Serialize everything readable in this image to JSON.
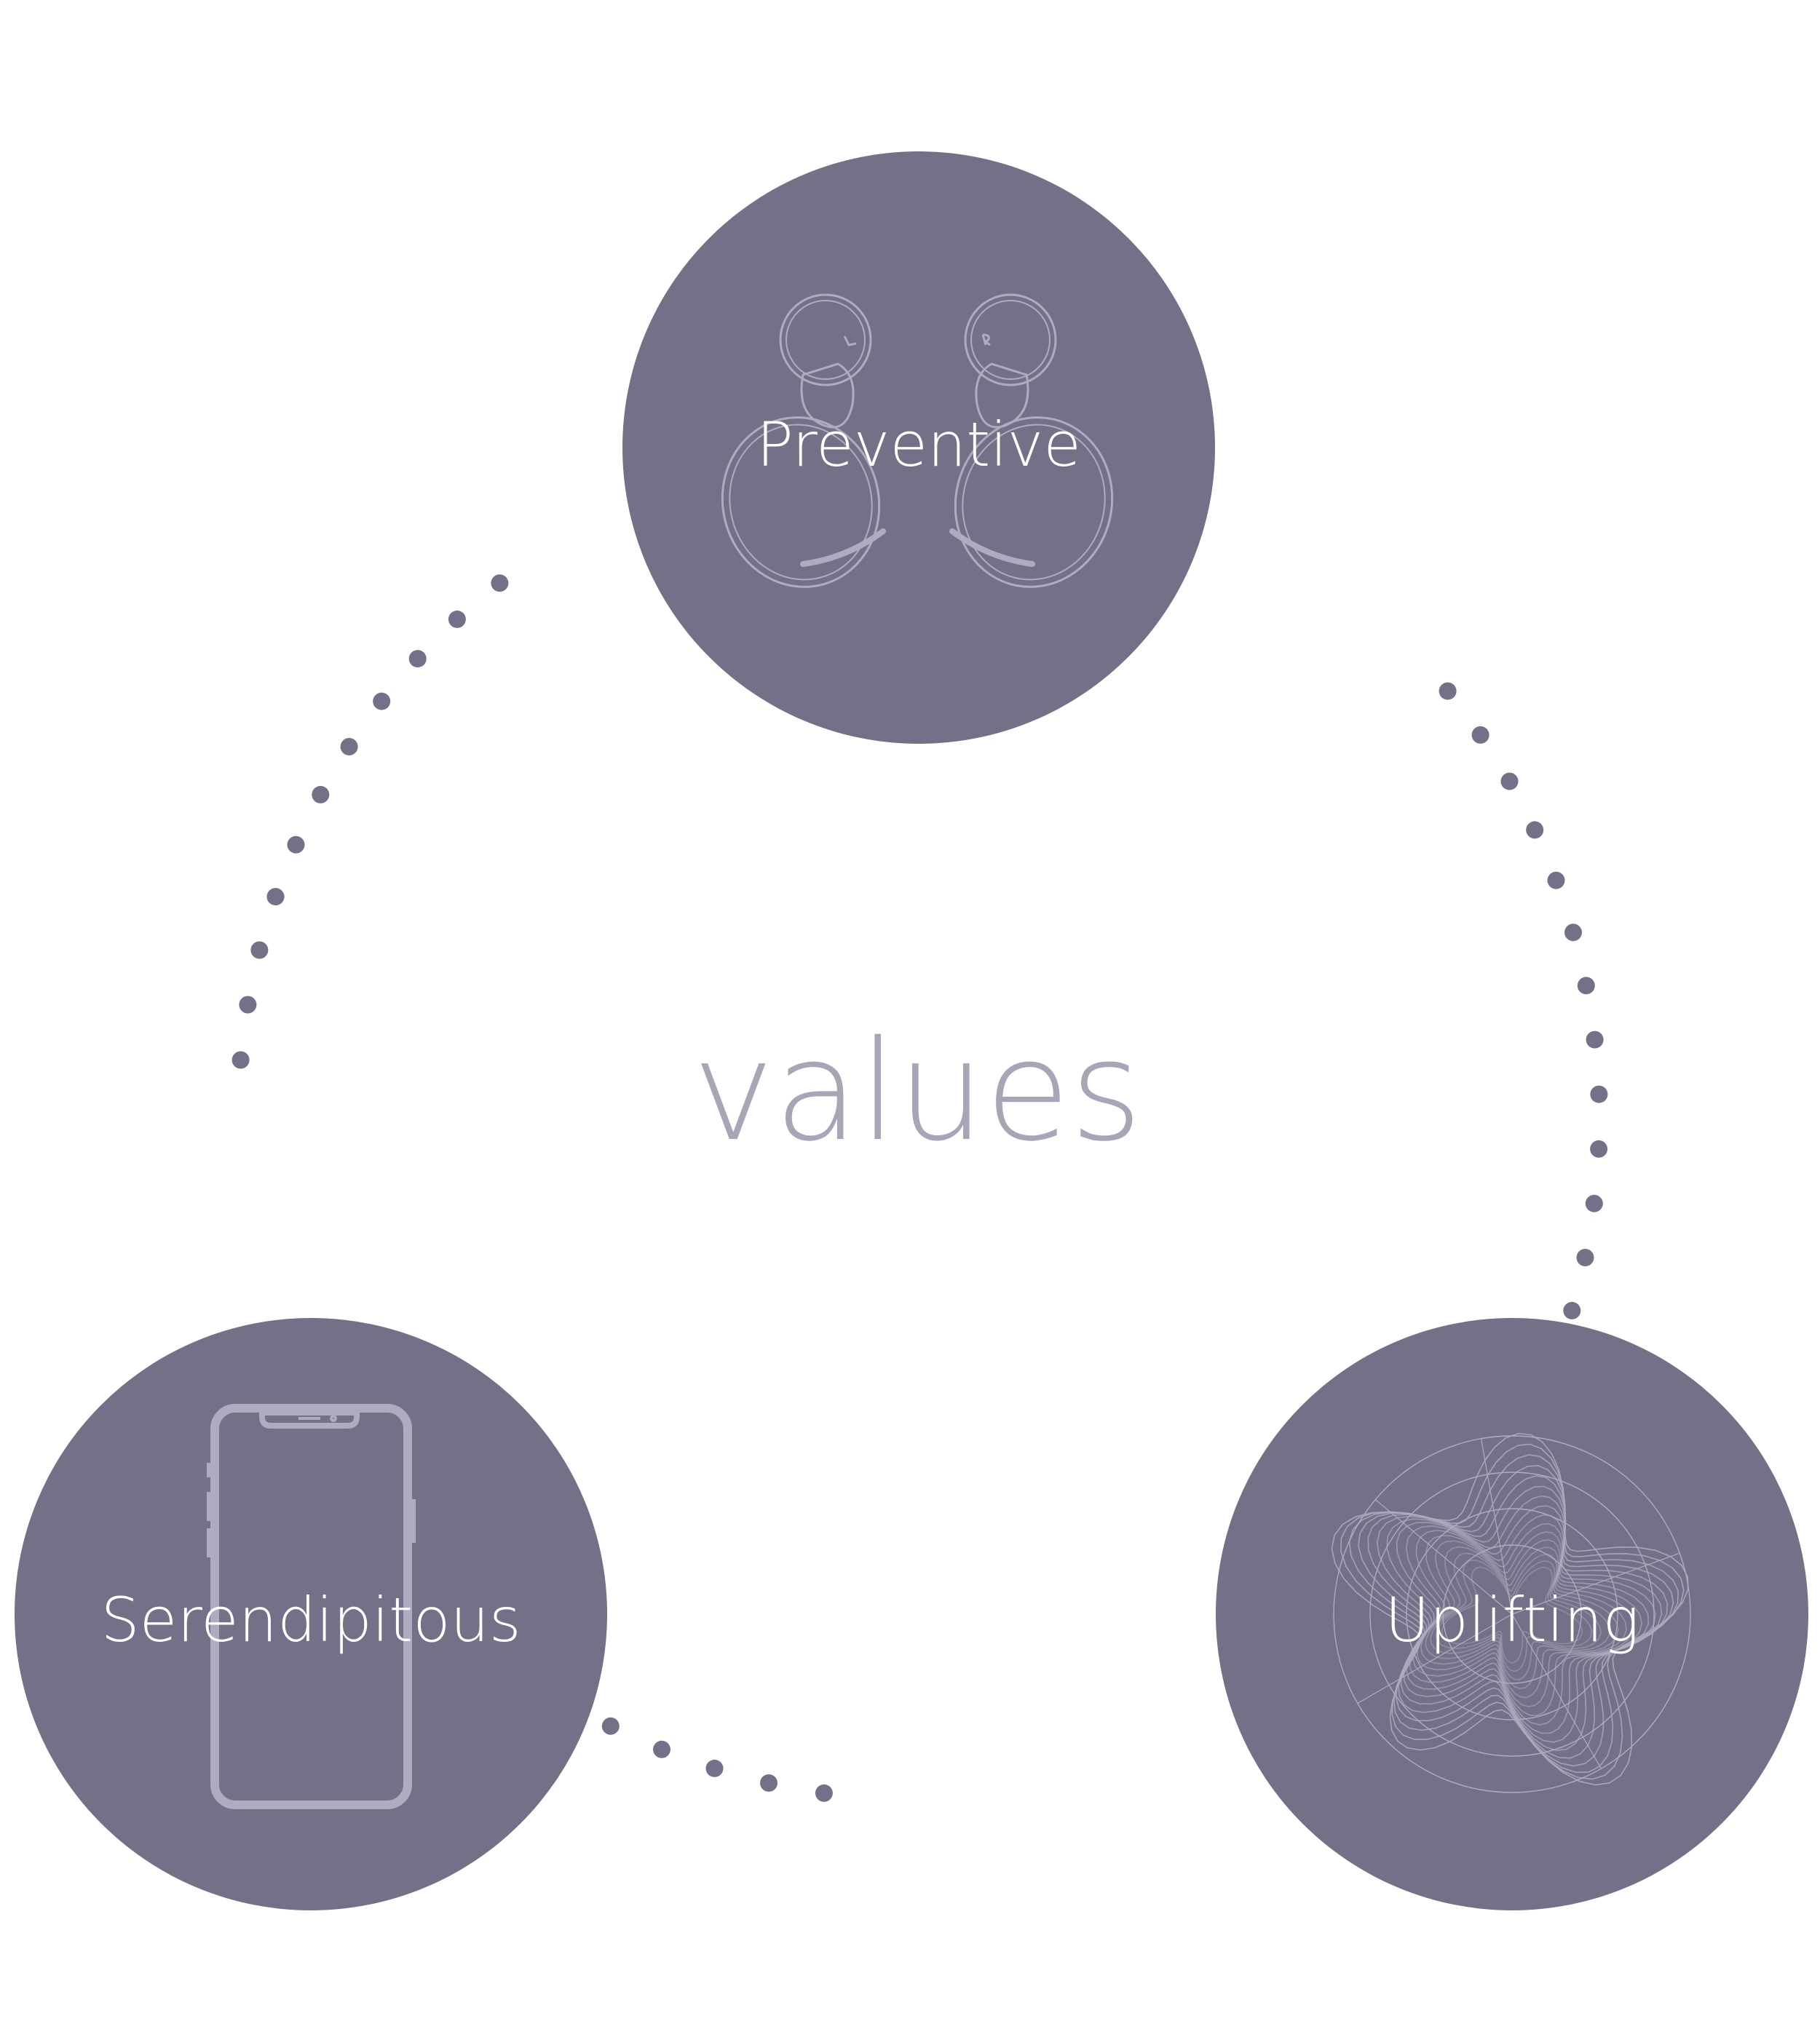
{
  "diagram": {
    "center_label": "values",
    "nodes": [
      {
        "id": "preventive",
        "label": "Preventive",
        "icon": "earbuds-icon"
      },
      {
        "id": "serendipitous",
        "label": "Serendipitous",
        "icon": "smartphone-icon"
      },
      {
        "id": "uplifting",
        "label": "Uplifting",
        "icon": "radial-waveform-icon"
      }
    ]
  },
  "colors": {
    "node_fill": "#737187",
    "dot": "#737187",
    "center_text": "#a7a5b6",
    "icon_stroke": "#aeacc0",
    "label": "#ffffff"
  }
}
